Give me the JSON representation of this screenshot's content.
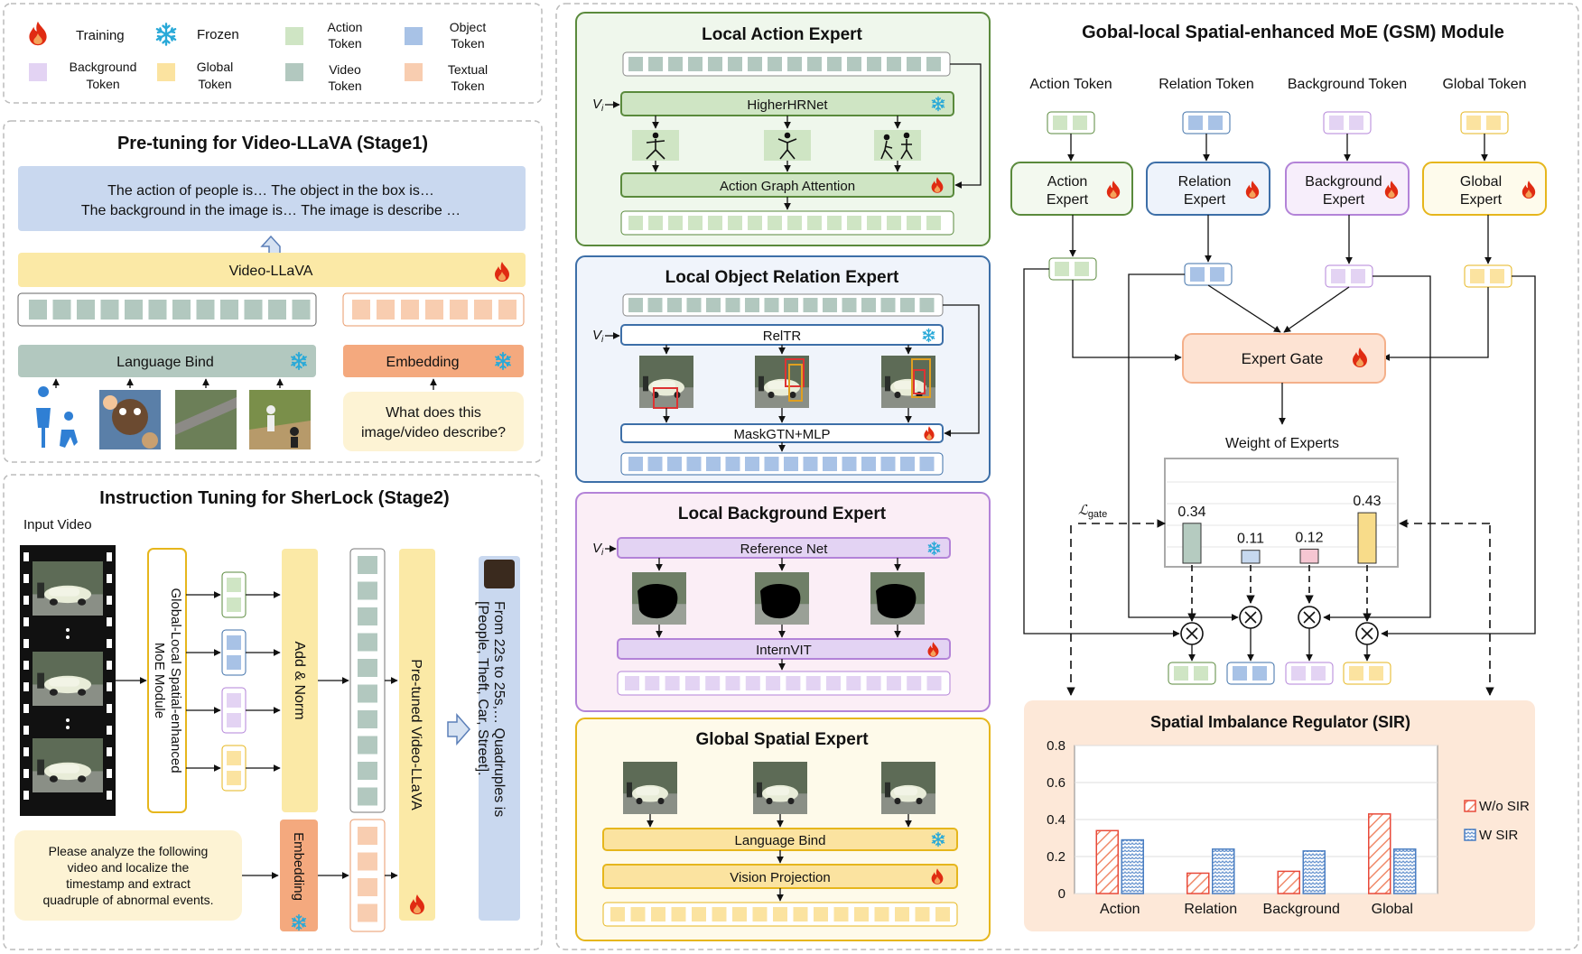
{
  "legend": {
    "training": "Training",
    "frozen": "Frozen",
    "action_token": [
      "Action",
      "Token"
    ],
    "object_token": [
      "Object",
      "Token"
    ],
    "background_token": [
      "Background",
      "Token"
    ],
    "global_token": [
      "Global",
      "Token"
    ],
    "video_token": [
      "Video",
      "Token"
    ],
    "textual_token": [
      "Textual",
      "Token"
    ]
  },
  "stage1": {
    "title": "Pre-tuning for Video-LLaVA (Stage1)",
    "output_text": [
      "The action of people is… The object in the box is…",
      "The background in the image is… The image is describe …"
    ],
    "llm": "Video-LLaVA",
    "language_bind": "Language Bind",
    "embedding": "Embedding",
    "question": [
      "What does this",
      "image/video describe?"
    ]
  },
  "stage2": {
    "title": "Instruction Tuning for SherLock (Stage2)",
    "input_video": "Input Video",
    "gsm_module": [
      "Global-Local Spatial-enhanced",
      "MoE Module"
    ],
    "add_norm": "Add & Norm",
    "pretuned": "Pre-tuned Video-LLaVA",
    "embedding": "Embedding",
    "instruction": [
      "Please analyze the following",
      "video and localize the",
      "timestamp and extract",
      "quadruple of abnormal events."
    ],
    "answer": [
      "From 22s to 25s,… Quadruples is",
      "[People, Theft, Car, Street]."
    ]
  },
  "experts": {
    "action": {
      "title": "Local Action Expert",
      "input": "V_i",
      "net": "HigherHRNet",
      "attention": "Action Graph Attention"
    },
    "object": {
      "title": "Local Object Relation Expert",
      "input": "V_i",
      "net": "RelTR",
      "head": "MaskGTN+MLP"
    },
    "background": {
      "title": "Local Background Expert",
      "input": "V_i",
      "net": "Reference Net",
      "head": "InternVIT"
    },
    "global": {
      "title": "Global Spatial Expert",
      "net": "Language Bind",
      "head": "Vision Projection"
    }
  },
  "gsm": {
    "title": "Gobal-local Spatial-enhanced MoE (GSM) Module",
    "token_labels": [
      "Action Token",
      "Relation Token",
      "Background Token",
      "Global Token"
    ],
    "expert_labels": [
      [
        "Action",
        "Expert"
      ],
      [
        "Relation",
        "Expert"
      ],
      [
        "Background",
        "Expert"
      ],
      [
        "Global",
        "Expert"
      ]
    ],
    "gate": "Expert Gate",
    "weight_title": "Weight of Experts",
    "loss_label": "ℒ",
    "loss_sub": "gate",
    "weights": [
      "0.34",
      "0.11",
      "0.12",
      "0.43"
    ],
    "weight_values": [
      0.34,
      0.11,
      0.12,
      0.43
    ],
    "weight_colors": [
      "#b5cbc0",
      "#c6d8ef",
      "#f6c6d2",
      "#f8dc8a"
    ]
  },
  "colors": {
    "action": "#5a8a3c",
    "action_fill": "#cfe5c4",
    "object": "#3d6fa8",
    "object_fill": "#c6d8ef",
    "background": "#b383d8",
    "background_fill": "#e3d3f3",
    "global": "#e6b61c",
    "global_fill": "#fbe9a6",
    "video_fill": "#b2c8bf",
    "text_fill": "#f8cdb0",
    "fire": "#e02b12",
    "snow": "#29a9d8"
  },
  "chart_data": {
    "type": "bar",
    "title": "Spatial Imbalance Regulator (SIR)",
    "categories": [
      "Action",
      "Relation",
      "Background",
      "Global"
    ],
    "series": [
      {
        "name": "W/o SIR",
        "values": [
          0.34,
          0.11,
          0.12,
          0.43
        ],
        "color": "#e84a3a"
      },
      {
        "name": "W SIR",
        "values": [
          0.29,
          0.24,
          0.23,
          0.24
        ],
        "color": "#4a7ec2"
      }
    ],
    "ylim": [
      0,
      0.8
    ],
    "yticks": [
      "0",
      "0.2",
      "0.4",
      "0.6",
      "0.8"
    ],
    "grid": true,
    "legend": "right"
  }
}
